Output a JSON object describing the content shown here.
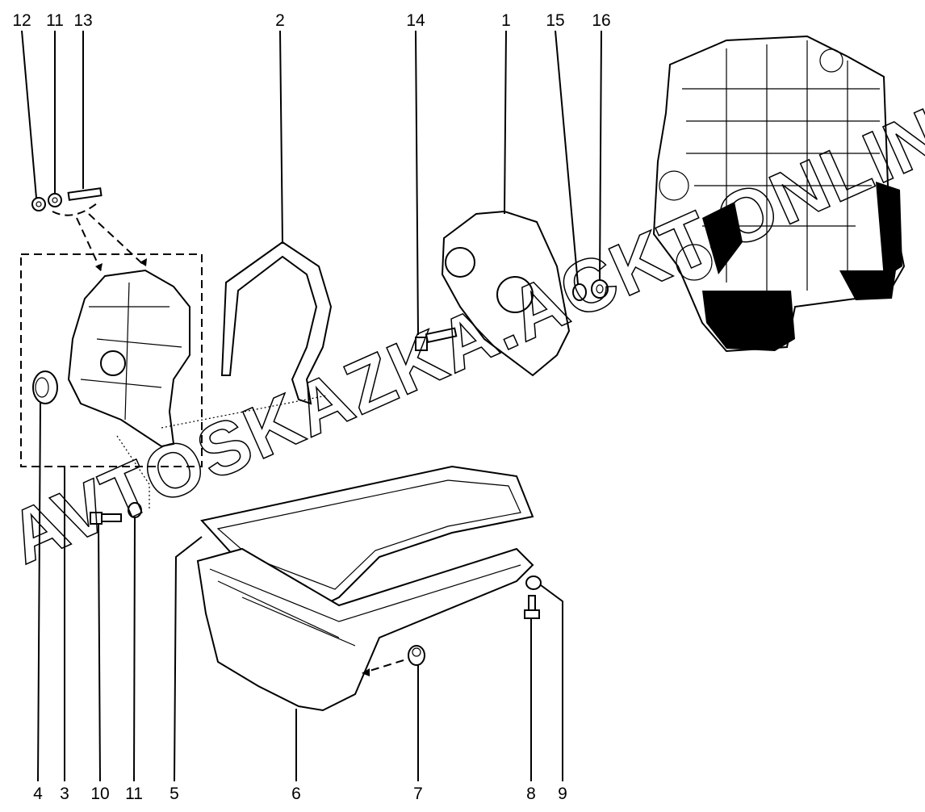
{
  "diagram": {
    "title": "Timing cover and oil pan exploded view",
    "watermark": "AVTOSKAZKA.ACKT.ONLINE",
    "callouts_top": [
      "12",
      "11",
      "13",
      "2",
      "14",
      "1",
      "15",
      "16"
    ],
    "callouts_bottom": [
      "4",
      "3",
      "10",
      "11",
      "5",
      "6",
      "7",
      "8",
      "9"
    ]
  }
}
